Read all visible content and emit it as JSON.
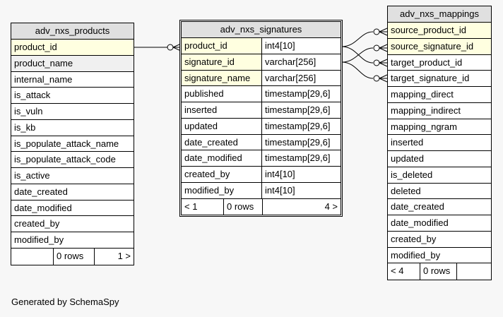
{
  "products": {
    "title": "adv_nxs_products",
    "columns": [
      "product_id",
      "product_name",
      "internal_name",
      "is_attack",
      "is_vuln",
      "is_kb",
      "is_populate_attack_name",
      "is_populate_attack_code",
      "is_active",
      "date_created",
      "date_modified",
      "created_by",
      "modified_by"
    ],
    "footer": {
      "left": "",
      "middle": "0 rows",
      "right": "1 >"
    }
  },
  "signatures": {
    "title": "adv_nxs_signatures",
    "columns": [
      {
        "name": "product_id",
        "type": "int4[10]"
      },
      {
        "name": "signature_id",
        "type": "varchar[256]"
      },
      {
        "name": "signature_name",
        "type": "varchar[256]"
      },
      {
        "name": "published",
        "type": "timestamp[29,6]"
      },
      {
        "name": "inserted",
        "type": "timestamp[29,6]"
      },
      {
        "name": "updated",
        "type": "timestamp[29,6]"
      },
      {
        "name": "date_created",
        "type": "timestamp[29,6]"
      },
      {
        "name": "date_modified",
        "type": "timestamp[29,6]"
      },
      {
        "name": "created_by",
        "type": "int4[10]"
      },
      {
        "name": "modified_by",
        "type": "int4[10]"
      }
    ],
    "footer": {
      "left": "< 1",
      "middle": "0 rows",
      "right": "4 >"
    }
  },
  "mappings": {
    "title": "adv_nxs_mappings",
    "columns": [
      "source_product_id",
      "source_signature_id",
      "target_product_id",
      "target_signature_id",
      "mapping_direct",
      "mapping_indirect",
      "mapping_ngram",
      "inserted",
      "updated",
      "is_deleted",
      "deleted",
      "date_created",
      "date_modified",
      "created_by",
      "modified_by"
    ],
    "footer": {
      "left": "< 4",
      "middle": "0 rows",
      "right": ""
    }
  },
  "generated_by": "Generated by SchemaSpy"
}
